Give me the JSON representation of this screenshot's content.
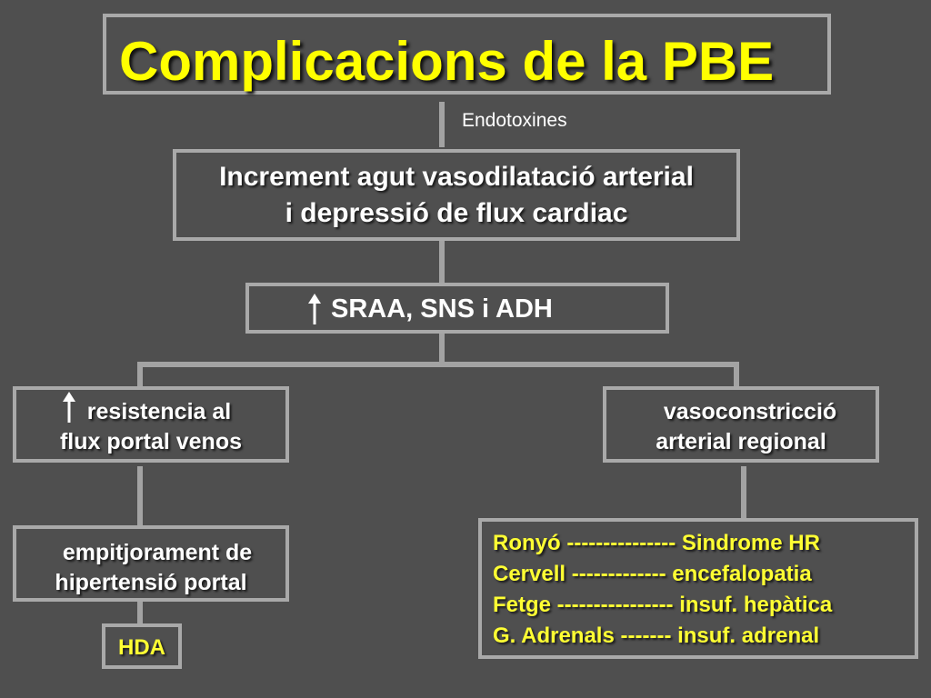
{
  "title": "Complicacions de la PBE",
  "endotoxines": "Endotoxines",
  "increment": {
    "line1": "Increment agut vasodilatació arterial",
    "line2": "i depressió de flux cardiac"
  },
  "sraa": "SRAA, SNS i ADH",
  "resistencia": {
    "line1": "resistencia al",
    "line2": "flux portal venos"
  },
  "vasoconstriccio": {
    "line1": "vasoconstricció",
    "line2": "arterial regional"
  },
  "empitjorament": {
    "line1": "empitjorament de",
    "line2": "hipertensió portal"
  },
  "hda": "HDA",
  "organs": [
    "Ronyó --------------- Sindrome HR",
    "Cervell ------------- encefalopatia",
    "Fetge ---------------- insuf. hepàtica",
    "G. Adrenals ------- insuf. adrenal"
  ],
  "icons": {
    "increase": "up-arrow-icon"
  },
  "colors": {
    "background": "#4f4f4f",
    "title": "#ffff00",
    "text": "#ffffff",
    "highlight": "#ffff33",
    "border": "#a9a9a9"
  }
}
